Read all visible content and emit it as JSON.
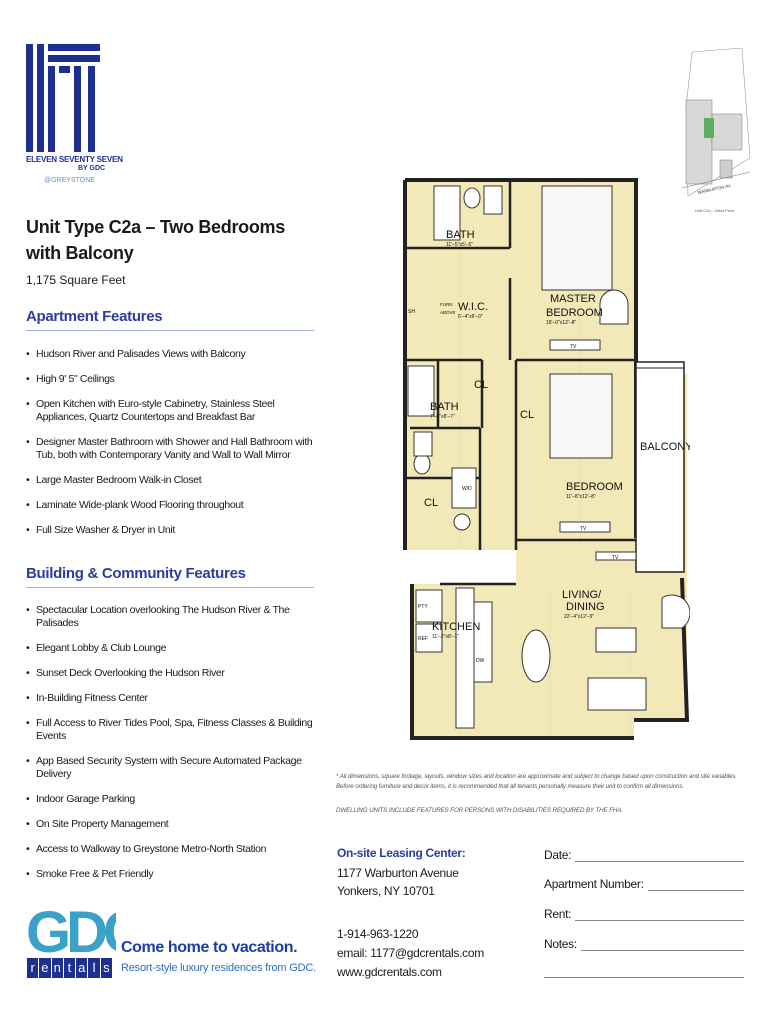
{
  "brand": {
    "name": "ELEVEN SEVENTY SEVEN",
    "by": "BY GDC",
    "location": "@GREYSTONE"
  },
  "unit": {
    "title_line1": "Unit Type C2a – Two Bedrooms",
    "title_line2": "with Balcony",
    "square_feet": "1,175 Square Feet"
  },
  "apartment_features": {
    "heading": "Apartment Features",
    "items": [
      "Hudson River and Palisades Views with Balcony",
      "High 9' 5\" Ceilings",
      "Open Kitchen with Euro-style Cabinetry, Stainless Steel Appliances, Quartz Countertops and Breakfast Bar",
      "Designer Master Bathroom with Shower and Hall Bathroom with Tub, both with Contemporary Vanity and Wall to Wall Mirror",
      "Large Master Bedroom Walk-in Closet",
      "Laminate Wide-plank Wood Flooring throughout",
      "Full Size Washer & Dryer in Unit"
    ]
  },
  "building_features": {
    "heading": "Building & Community Features",
    "items": [
      "Spectacular Location overlooking The Hudson River & The Palisades",
      "Elegant Lobby & Club Lounge",
      "Sunset Deck Overlooking the Hudson River",
      "In-Building Fitness Center",
      "Full Access to River Tides Pool, Spa, Fitness Classes & Building Events",
      "App Based Security System with Secure Automated Package Delivery",
      "Indoor Garage Parking",
      "On Site Property Management",
      "Access to Walkway to Greystone Metro-North Station",
      "Smoke Free & Pet Friendly"
    ]
  },
  "floorplan": {
    "rooms": {
      "bath1": "BATH",
      "bath1_dim": "11'–5\"x5'–5\"",
      "wic": "W.I.C.",
      "wic_dim": "6'–4\"x6'–0\"",
      "master": "MASTER",
      "master2": "BEDROOM",
      "master_dim": "18'–0\"x12'–8\"",
      "bath2": "BATH",
      "bath2_dim": "7'–6\"x8'–7\"",
      "bedroom": "BEDROOM",
      "bedroom_dim": "11'–8\"x12'–8\"",
      "balcony": "BALCONY",
      "living": "LIVING/",
      "dining": "DINING",
      "living_dim": "22'–4\"x12'–9\"",
      "kitchen": "KITCHEN",
      "kitchen_dim": "11'–2\"x8'–1\"",
      "cl1": "CL",
      "cl2": "CL",
      "cl3": "CL",
      "tv1": "TV",
      "tv2": "TV",
      "tv3": "TV",
      "wd": "W/D",
      "ref": "REF",
      "pty": "PTY",
      "sh": "SH",
      "dw": "DW",
      "furn": "FURN",
      "above": "ABOVE"
    }
  },
  "keymap": {
    "street": "WARBURTON AV.",
    "caption": "Unit C2a – West Floor"
  },
  "disclaimer": {
    "text": "* All dimensions, square footage, layouts, window sizes and location are approximate and subject to change based upon construction and site variables. Before ordering furniture and decor items, it is recommended that all tenants personally measure their unit to confirm all dimensions.",
    "fha": "DWELLING UNITS INCLUDE FEATURES FOR PERSONS WITH DISABILITIES REQUIRED BY THE FHA."
  },
  "leasing": {
    "heading": "On-site Leasing Center:",
    "street": "1177 Warburton Avenue",
    "city": "Yonkers, NY 10701",
    "phone": "1-914-963-1220",
    "email": "email: 1177@gdcrentals.com",
    "web": "www.gdcrentals.com"
  },
  "form": {
    "date": "Date:",
    "apartment_number": "Apartment Number:",
    "rent": "Rent:",
    "notes": "Notes:"
  },
  "gdc": {
    "logo": "GDC",
    "rentals": [
      "r",
      "e",
      "n",
      "t",
      "a",
      "l",
      "s"
    ],
    "tagline": "Come home to vacation.",
    "subtagline": "Resort-style luxury residences from GDC."
  },
  "colors": {
    "brand_blue": "#1d2f8f",
    "heading_blue": "#2a3da0",
    "floor_fill": "#f3e9b8",
    "gdc_teal": "#3aa1c8"
  }
}
